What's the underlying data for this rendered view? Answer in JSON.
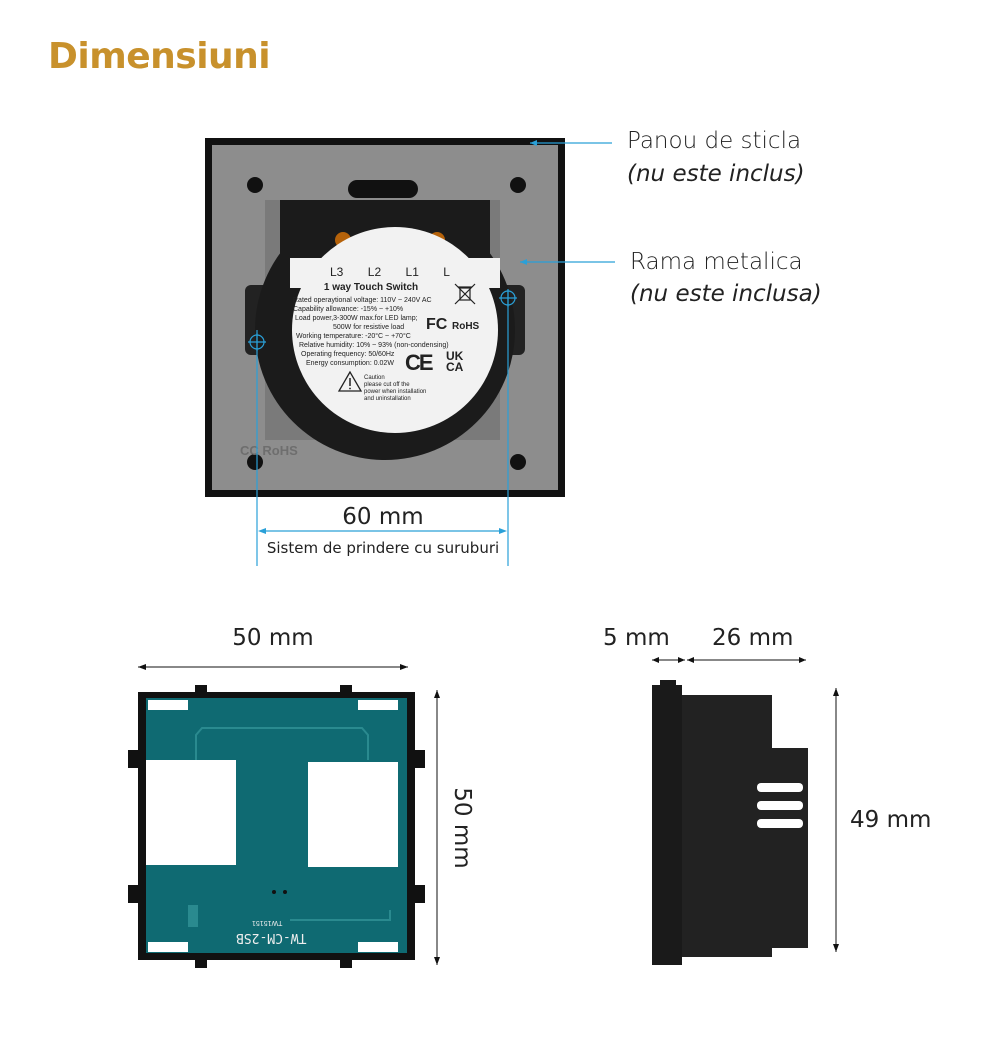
{
  "title": "Dimensiuni",
  "front_view": {
    "annotations": [
      {
        "label": "Panou de sticla",
        "note": "(nu este inclus)"
      },
      {
        "label": "Rama metalica",
        "note": "(nu este inclusa)"
      }
    ],
    "screw_spacing": {
      "value": "60 mm",
      "caption": "Sistem de prindere cu suruburi"
    },
    "plate_marking": "CC RoHS",
    "device_label": {
      "terminals": [
        "L3",
        "L2",
        "L1",
        "L"
      ],
      "heading": "1 way Touch Switch",
      "specs": [
        "Rated operaytional voltage: 110V ~ 240V AC",
        "Capability allowance: -15% ~ +10%",
        "Load power,3-300W max.for LED lamp;",
        "500W for resistive load",
        "Working temperature: -20°C ~ +70°C",
        "Relative humidity: 10% ~ 93% (non-condensing)",
        "Operating frequency: 50/60Hz",
        "Energy consumption: 0.02W"
      ],
      "caution": [
        "Caution",
        "please cut off the",
        "power when installation",
        "and uninstallation"
      ],
      "certs": [
        "FC",
        "RoHS",
        "CE",
        "UK",
        "CA"
      ]
    }
  },
  "pcb_view": {
    "width": "50 mm",
    "height": "50 mm",
    "marking": "TW-CM-2SB",
    "sub_marking": "TW15151"
  },
  "side_view": {
    "front_depth": "5 mm",
    "body_depth": "26 mm",
    "height": "49 mm"
  },
  "colors": {
    "title": "#c8912c",
    "leader": "#2aa0d8",
    "pcb": "#0f6a72",
    "plate": "#8c8c8c"
  }
}
